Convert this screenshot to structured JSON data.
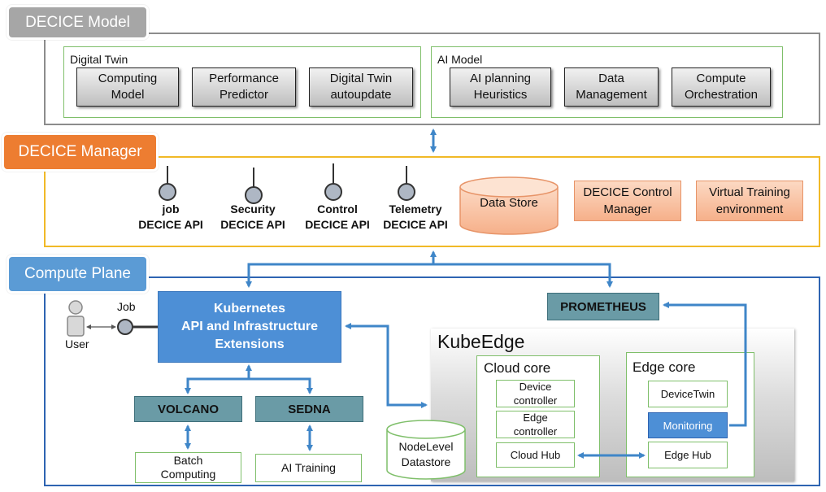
{
  "colors": {
    "model_border": "#8c8c8c",
    "manager_border": "#f1b927",
    "compute_border": "#2e64b2",
    "model_tag": "#a6a6a6",
    "manager_tag": "#ed7d31",
    "compute_tag": "#5b9bd5",
    "arrow": "#3f86c8",
    "kubernetes": "#4d8fd6",
    "teal_box": "#6a9ba6"
  },
  "model": {
    "tag": "DECICE Model",
    "digital_twin": {
      "title": "Digital Twin",
      "items": [
        "Computing\nModel",
        "Performance\nPredictor",
        "Digital Twin\nautoupdate"
      ]
    },
    "ai_model": {
      "title": "AI Model",
      "items": [
        "AI planning\nHeuristics",
        "Data\nManagement",
        "Compute\nOrchestration"
      ]
    }
  },
  "manager": {
    "tag": "DECICE Manager",
    "apis": [
      "job\nDECICE API",
      "Security\nDECICE API",
      "Control\nDECICE API",
      "Telemetry\nDECICE API"
    ],
    "data_store": "Data Store",
    "control_manager": "DECICE Control\nManager",
    "virtual_training": "Virtual Training\nenvironment"
  },
  "compute": {
    "tag": "Compute Plane",
    "user": "User",
    "job": "Job",
    "kubernetes": "Kubernetes\nAPI and Infrastructure\nExtensions",
    "prometheus": "PROMETHEUS",
    "volcano": "VOLCANO",
    "sedna": "SEDNA",
    "batch": "Batch\nComputing",
    "ai_training": "AI Training",
    "nodelevel": "NodeLevel\nDatastore",
    "kubeedge": {
      "title": "KubeEdge",
      "cloud_core": {
        "title": "Cloud core",
        "items": [
          "Device\ncontroller",
          "Edge\ncontroller",
          "Cloud Hub"
        ]
      },
      "edge_core": {
        "title": "Edge core",
        "device_twin": "DeviceTwin",
        "monitoring": "Monitoring",
        "edge_hub": "Edge Hub"
      }
    }
  }
}
